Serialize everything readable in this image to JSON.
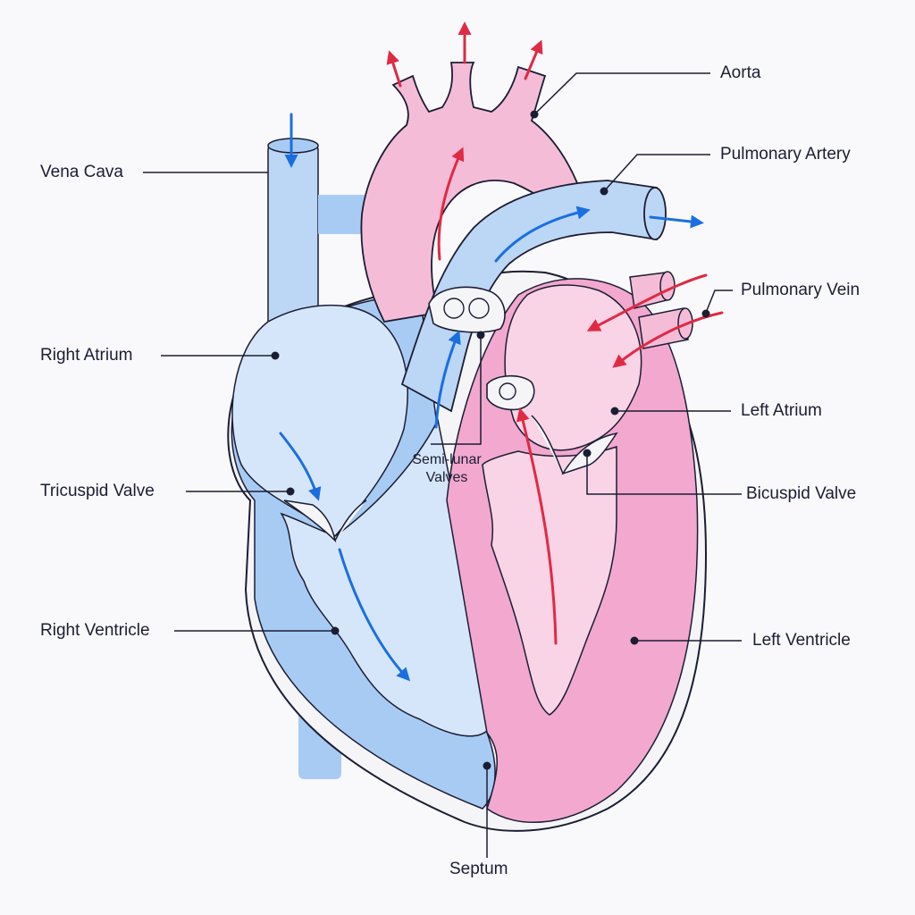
{
  "labels": {
    "aorta": "Aorta",
    "vena_cava": "Vena Cava",
    "pulmonary_artery": "Pulmonary Artery",
    "pulmonary_vein": "Pulmonary Vein",
    "right_atrium": "Right Atrium",
    "left_atrium": "Left Atrium",
    "tricuspid_valve": "Tricuspid Valve",
    "bicuspid_valve": "Bicuspid Valve",
    "semilunar_valves_line1": "Semi-lunar",
    "semilunar_valves_line2": "Valves",
    "right_ventricle": "Right Ventricle",
    "left_ventricle": "Left Ventricle",
    "septum": "Septum"
  },
  "colors": {
    "deoxygenated_fill": "#bcd6f5",
    "deoxygenated_chamber": "#d6e6fa",
    "deoxygenated_muscle": "#a8cbf4",
    "oxygenated_fill": "#f5bcd8",
    "oxygenated_chamber": "#f9d3e6",
    "oxygenated_muscle": "#f2a8cf",
    "outline": "#1b1d33",
    "blue_arrow": "#1a6fe0",
    "red_arrow": "#e02a44",
    "background": "#f9f9fb"
  }
}
